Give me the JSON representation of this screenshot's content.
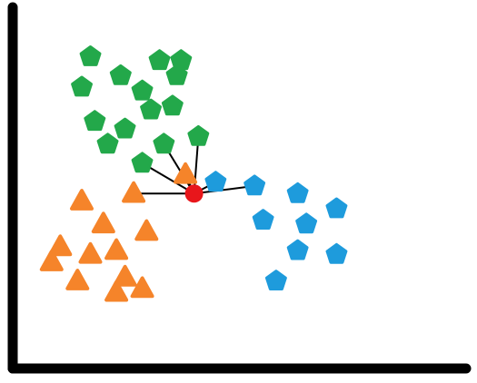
{
  "chart_data": {
    "type": "scatter",
    "description_kind": "knn-illustration",
    "title": "",
    "xlabel": "",
    "ylabel": "",
    "grid": false,
    "axis_ticks": false,
    "legend": "none",
    "colors": {
      "axis": "#000000",
      "triangle": "#f5842a",
      "pentagon_green": "#23a84a",
      "pentagon_blue": "#1e9bdc",
      "query": "#e8161b",
      "link": "#000000",
      "background": "#ffffff"
    },
    "series": [
      {
        "shape": "pentagon",
        "color_key": "pentagon_green",
        "points": [
          [
            1.8,
            8.2
          ],
          [
            3.4,
            8.1
          ],
          [
            3.9,
            8.1
          ],
          [
            2.5,
            7.7
          ],
          [
            3.0,
            7.3
          ],
          [
            3.8,
            7.7
          ],
          [
            1.6,
            7.4
          ],
          [
            3.2,
            6.8
          ],
          [
            3.7,
            6.9
          ],
          [
            1.9,
            6.5
          ],
          [
            2.6,
            6.3
          ],
          [
            4.3,
            6.1
          ],
          [
            2.2,
            5.9
          ],
          [
            3.5,
            5.9
          ],
          [
            3.0,
            5.4
          ]
        ]
      },
      {
        "shape": "triangle",
        "color_key": "triangle",
        "points": [
          [
            4.0,
            5.1
          ],
          [
            2.8,
            4.6
          ],
          [
            1.6,
            4.4
          ],
          [
            2.1,
            3.8
          ],
          [
            3.1,
            3.6
          ],
          [
            1.1,
            3.2
          ],
          [
            1.8,
            3.0
          ],
          [
            2.4,
            3.1
          ],
          [
            0.9,
            2.8
          ],
          [
            2.6,
            2.4
          ],
          [
            1.5,
            2.3
          ],
          [
            2.4,
            2.0
          ],
          [
            3.0,
            2.1
          ]
        ]
      },
      {
        "shape": "pentagon",
        "color_key": "pentagon_blue",
        "points": [
          [
            4.7,
            4.9
          ],
          [
            5.6,
            4.8
          ],
          [
            6.6,
            4.6
          ],
          [
            7.5,
            4.2
          ],
          [
            5.8,
            3.9
          ],
          [
            6.8,
            3.8
          ],
          [
            6.6,
            3.1
          ],
          [
            7.5,
            3.0
          ],
          [
            6.1,
            2.3
          ]
        ]
      }
    ],
    "query_point": {
      "shape": "circle",
      "color_key": "query",
      "point": [
        4.2,
        4.6
      ]
    },
    "neighbor_links": [
      [
        3.0,
        5.4
      ],
      [
        3.5,
        5.9
      ],
      [
        4.3,
        6.1
      ],
      [
        2.8,
        4.6
      ],
      [
        4.0,
        5.1
      ],
      [
        4.7,
        4.9
      ],
      [
        5.6,
        4.8
      ]
    ],
    "xlim": [
      0,
      10.5
    ],
    "ylim": [
      0,
      9.5
    ]
  }
}
